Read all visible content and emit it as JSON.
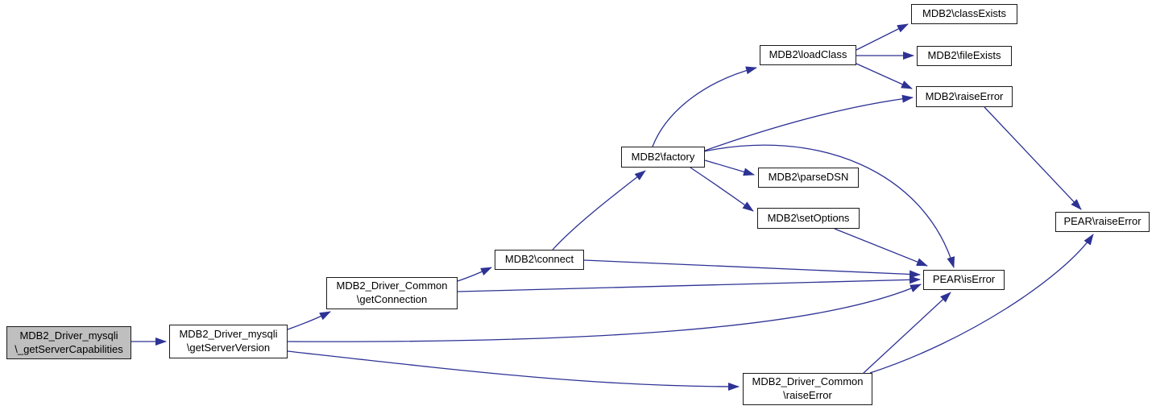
{
  "diagram": {
    "type": "call-graph",
    "colors": {
      "background": "#ffffff",
      "edge": "#2d3294",
      "node_border": "#1a1a1a",
      "node_fill": "#ffffff",
      "highlight_node_fill": "#bfbfbf",
      "text": "#000000"
    },
    "nodes": [
      {
        "id": "getservercapabilities",
        "label": "MDB2_Driver_mysqli\n\\_getServerCapabilities",
        "highlighted": true
      },
      {
        "id": "getserverversion",
        "label": "MDB2_Driver_mysqli\n\\getServerVersion",
        "highlighted": false
      },
      {
        "id": "getconnection",
        "label": "MDB2_Driver_Common\n\\getConnection",
        "highlighted": false
      },
      {
        "id": "connect",
        "label": "MDB2\\connect",
        "highlighted": false
      },
      {
        "id": "factory",
        "label": "MDB2\\factory",
        "highlighted": false
      },
      {
        "id": "loadclass",
        "label": "MDB2\\loadClass",
        "highlighted": false
      },
      {
        "id": "classexists",
        "label": "MDB2\\classExists",
        "highlighted": false
      },
      {
        "id": "fileexists",
        "label": "MDB2\\fileExists",
        "highlighted": false
      },
      {
        "id": "mdb2raiseerror",
        "label": "MDB2\\raiseError",
        "highlighted": false
      },
      {
        "id": "parsedsn",
        "label": "MDB2\\parseDSN",
        "highlighted": false
      },
      {
        "id": "setoptions",
        "label": "MDB2\\setOptions",
        "highlighted": false
      },
      {
        "id": "peariserror",
        "label": "PEAR\\isError",
        "highlighted": false
      },
      {
        "id": "pearraiseerror",
        "label": "PEAR\\raiseError",
        "highlighted": false
      },
      {
        "id": "dcraiseerror",
        "label": "MDB2_Driver_Common\n\\raiseError",
        "highlighted": false
      }
    ],
    "edges": [
      {
        "from": "MDB2_Driver_mysqli\\_getServerCapabilities",
        "to": "MDB2_Driver_mysqli\\getServerVersion"
      },
      {
        "from": "MDB2_Driver_mysqli\\getServerVersion",
        "to": "MDB2_Driver_Common\\getConnection"
      },
      {
        "from": "MDB2_Driver_mysqli\\getServerVersion",
        "to": "PEAR\\isError"
      },
      {
        "from": "MDB2_Driver_mysqli\\getServerVersion",
        "to": "MDB2_Driver_Common\\raiseError"
      },
      {
        "from": "MDB2_Driver_Common\\getConnection",
        "to": "MDB2\\connect"
      },
      {
        "from": "MDB2_Driver_Common\\getConnection",
        "to": "PEAR\\isError"
      },
      {
        "from": "MDB2\\connect",
        "to": "MDB2\\factory"
      },
      {
        "from": "MDB2\\connect",
        "to": "PEAR\\isError"
      },
      {
        "from": "MDB2\\factory",
        "to": "MDB2\\loadClass"
      },
      {
        "from": "MDB2\\factory",
        "to": "MDB2\\raiseError"
      },
      {
        "from": "MDB2\\factory",
        "to": "MDB2\\parseDSN"
      },
      {
        "from": "MDB2\\factory",
        "to": "MDB2\\setOptions"
      },
      {
        "from": "MDB2\\factory",
        "to": "PEAR\\isError"
      },
      {
        "from": "MDB2\\setOptions",
        "to": "PEAR\\isError"
      },
      {
        "from": "MDB2\\loadClass",
        "to": "MDB2\\classExists"
      },
      {
        "from": "MDB2\\loadClass",
        "to": "MDB2\\fileExists"
      },
      {
        "from": "MDB2\\loadClass",
        "to": "MDB2\\raiseError"
      },
      {
        "from": "MDB2\\raiseError",
        "to": "PEAR\\raiseError"
      },
      {
        "from": "MDB2_Driver_Common\\raiseError",
        "to": "PEAR\\isError"
      },
      {
        "from": "MDB2_Driver_Common\\raiseError",
        "to": "PEAR\\raiseError"
      }
    ]
  }
}
